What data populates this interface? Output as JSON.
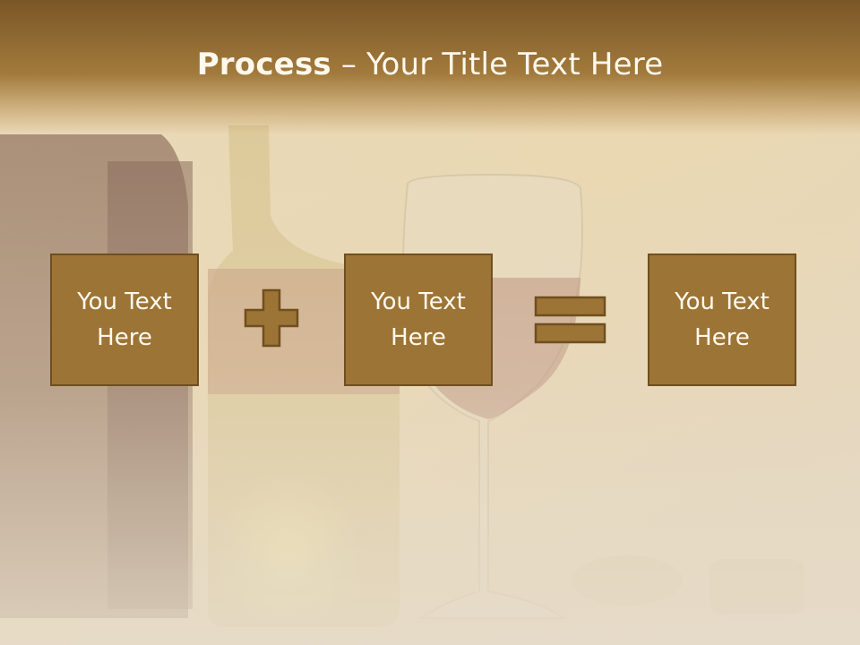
{
  "slide": {
    "title_bold": "Process",
    "title_rest": " – Your Title Text Here",
    "boxes": [
      {
        "text": "You Text Here"
      },
      {
        "text": "You Text Here"
      },
      {
        "text": "You Text Here"
      }
    ],
    "operators": [
      "plus-icon",
      "equals-icon"
    ]
  },
  "colors": {
    "title_bar": "#8a6230",
    "box_fill": "#9c7436",
    "box_border": "#6f4f1f",
    "text": "#fffaf0"
  }
}
